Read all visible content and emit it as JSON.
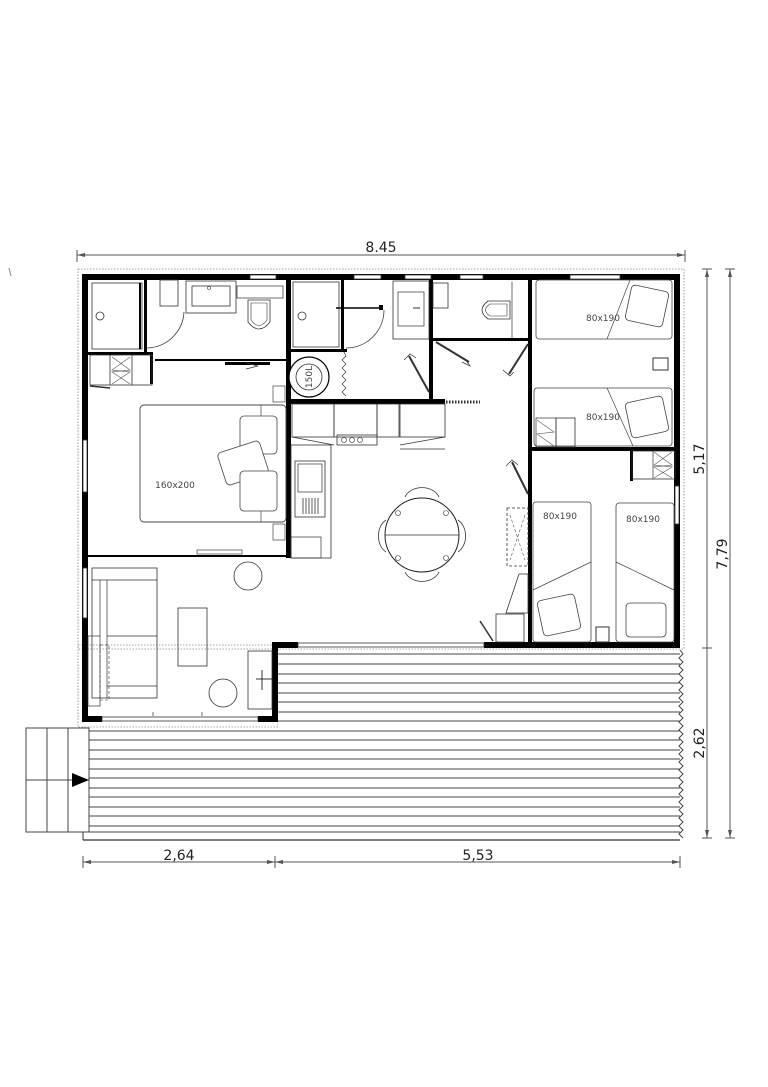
{
  "plan": {
    "type": "floor-plan",
    "colors": {
      "wall": "#000000",
      "line": "#333333",
      "dim_line": "#555555",
      "background": "#ffffff"
    },
    "dimensions": {
      "total_width": "8.45",
      "right_upper": "5,17",
      "right_total": "7,79",
      "right_lower": "2,62",
      "bottom_left": "2,64",
      "bottom_right": "5,53"
    },
    "labels": {
      "master_bed": "160x200",
      "bunk_top": "80x190",
      "bunk_bottom": "80x190",
      "twin_left": "80x190",
      "twin_right": "80x190",
      "water_heater": "150L"
    },
    "rooms": [
      {
        "name": "bathroom-1",
        "contents": [
          "shower",
          "sink",
          "toilet"
        ]
      },
      {
        "name": "bathroom-2",
        "contents": [
          "shower",
          "sink",
          "water-heater"
        ]
      },
      {
        "name": "wc",
        "contents": [
          "toilet",
          "small-sink"
        ]
      },
      {
        "name": "master-bedroom",
        "contents": [
          "double-bed",
          "pillows",
          "nightstands"
        ]
      },
      {
        "name": "bunk-bedroom",
        "contents": [
          "two-single-beds"
        ]
      },
      {
        "name": "twin-bedroom",
        "contents": [
          "two-single-beds",
          "nightstand"
        ]
      },
      {
        "name": "kitchen",
        "contents": [
          "counter",
          "stove",
          "sink",
          "fridge"
        ]
      },
      {
        "name": "dining",
        "contents": [
          "round-table",
          "four-chairs"
        ]
      },
      {
        "name": "living-room",
        "contents": [
          "sofa",
          "coffee-table",
          "poufs",
          "tv-unit"
        ]
      },
      {
        "name": "terrace",
        "contents": [
          "decking",
          "entry-steps",
          "entry-arrow"
        ]
      }
    ]
  }
}
